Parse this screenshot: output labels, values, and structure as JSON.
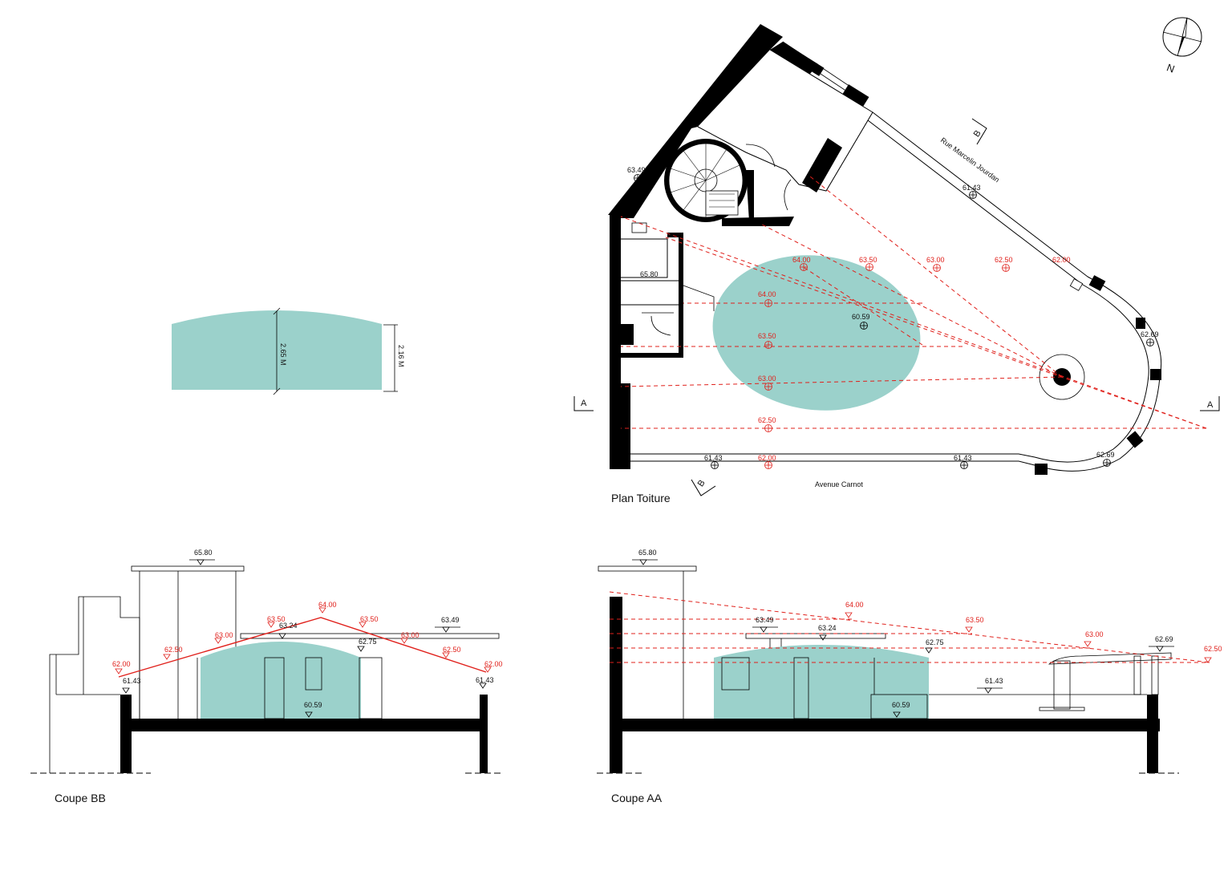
{
  "colors": {
    "accent_teal": "#9bd1cb",
    "slope_red": "#e0201b",
    "ink": "#000000"
  },
  "titles": {
    "plan": "Plan Toiture",
    "section_bb": "Coupe BB",
    "section_aa": "Coupe AA"
  },
  "streets": {
    "north": "Rue Marcelin Jourdan",
    "south": "Avenue Carnot"
  },
  "compass": {
    "label": "N",
    "icon": "north-arrow-icon"
  },
  "section_marks": {
    "a": "A",
    "b": "B"
  },
  "detail": {
    "height_outer": "2.65 M",
    "height_inner": "2.16 M"
  },
  "plan": {
    "black_levels": [
      "63.49",
      "65.80",
      "61.43",
      "60.59",
      "62.69",
      "61.43",
      "61.43",
      "62.69"
    ],
    "red_levels": [
      "64.00",
      "63.50",
      "63.00",
      "62.50",
      "62.00",
      "64.00",
      "63.50",
      "63.00",
      "62.50",
      "62.00"
    ]
  },
  "coupe_bb": {
    "black_levels": [
      "65.80",
      "63.24",
      "62.75",
      "63.49",
      "61.43",
      "61.43",
      "60.59"
    ],
    "red_levels": [
      "62.00",
      "62.50",
      "63.00",
      "63.50",
      "64.00",
      "63.50",
      "63.00",
      "62.50",
      "62.00"
    ]
  },
  "coupe_aa": {
    "black_levels": [
      "65.80",
      "63.49",
      "63.24",
      "62.75",
      "61.43",
      "60.59",
      "62.69"
    ],
    "red_levels": [
      "64.00",
      "63.50",
      "63.00",
      "62.50"
    ]
  }
}
